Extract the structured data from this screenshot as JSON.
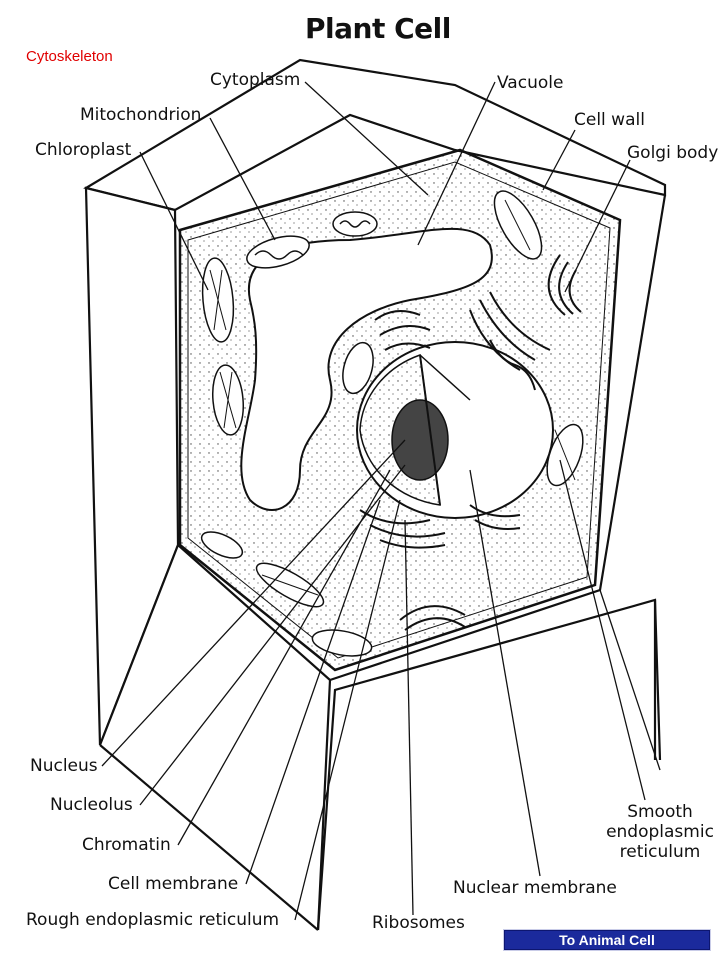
{
  "title": "Plant Cell",
  "cytoskeleton_link": "Cytoskeleton",
  "labels": {
    "cytoplasm": "Cytoplasm",
    "vacuole": "Vacuole",
    "mitochondrion": "Mitochondrion",
    "cell_wall": "Cell wall",
    "chloroplast": "Chloroplast",
    "golgi_body": "Golgi body",
    "nucleus": "Nucleus",
    "nucleolus": "Nucleolus",
    "chromatin": "Chromatin",
    "cell_membrane": "Cell membrane",
    "rough_er": "Rough endoplasmic reticulum",
    "ribosomes": "Ribosomes",
    "nuclear_membrane": "Nuclear membrane",
    "smooth_er_1": "Smooth",
    "smooth_er_2": "endoplasmic",
    "smooth_er_3": "reticulum"
  },
  "nav": {
    "to_animal_cell": "To Animal Cell"
  },
  "colors": {
    "link": "#e00000",
    "button_bg": "#1b2a9c",
    "line": "#111111"
  }
}
